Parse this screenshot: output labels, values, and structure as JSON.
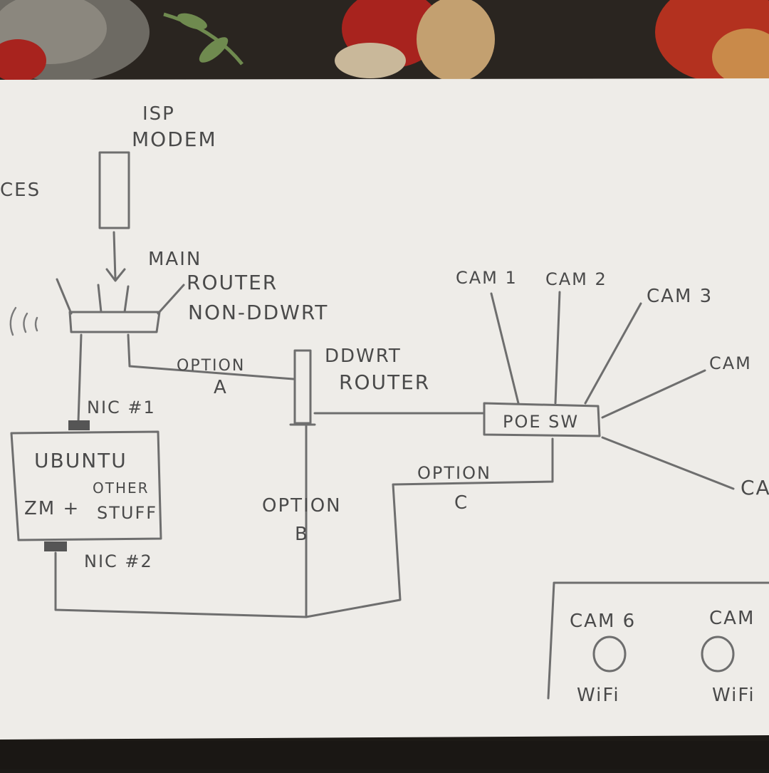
{
  "labels": {
    "isp": "ISP",
    "modem": "MODEM",
    "cut_left": "CES",
    "main": "MAIN",
    "router": "ROUTER",
    "non_ddwrt": "NON-DDWRT",
    "option_a_word": "OPTION",
    "option_a_letter": "A",
    "ddwrt": "DDWRT",
    "ddwrt_router": "ROUTER",
    "nic1": "NIC #1",
    "ubuntu": "UBUNTU",
    "zm": "ZM +",
    "other": "OTHER",
    "stuff": "STUFF",
    "nic2": "NIC #2",
    "option_b_word": "OPTION",
    "option_b_letter": "B",
    "option_c_word": "OPTION",
    "option_c_letter": "C",
    "poe_sw": "POE SW",
    "cam1": "CAM 1",
    "cam2": "CAM 2",
    "cam3": "CAM 3",
    "cam4": "CAM",
    "cam5": "CA",
    "cam6": "CAM 6",
    "cam7": "CAM",
    "wifi6": "WiFi",
    "wifi7": "WiFi"
  },
  "colors": {
    "paper": "#eeece8",
    "pencil": "#6e6e6e",
    "fabric": "#2a2520",
    "rooster_red": "#a8231e"
  }
}
